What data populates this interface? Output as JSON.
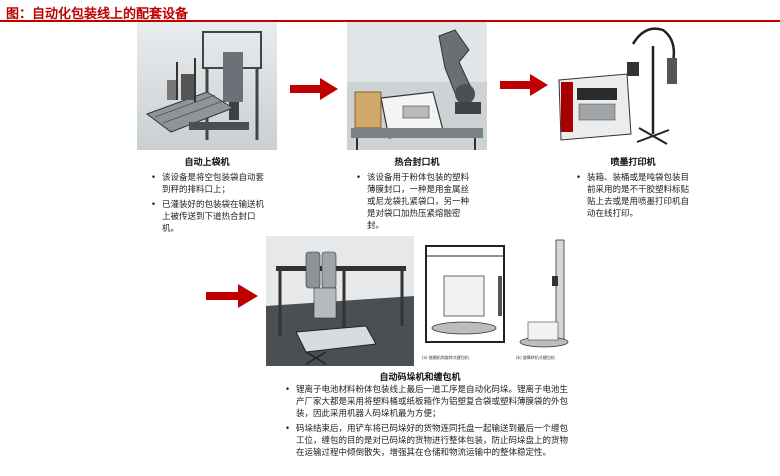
{
  "header": {
    "title": "图：自动化包装线上的配套设备"
  },
  "colors": {
    "accent": "#c00000",
    "arrow": "#c00000"
  },
  "sections": [
    {
      "title": "自动上袋机",
      "bullets": [
        "该设备是将空包装袋自动套到秤的排料口上；",
        "已灌装好的包装袋在输送机上被传送到下道热合封口机。"
      ]
    },
    {
      "title": "热合封口机",
      "bullets": [
        "该设备用于粉体包装的塑料薄膜封口，一种是用金属丝或尼龙袋扎紧袋口，另一种是对袋口加热压紧熔融密封。"
      ]
    },
    {
      "title": "喷墨打印机",
      "bullets": [
        "装箱、装桶或是吨袋包装目前采用的是不干胶塑料标贴贴上去或是用喷墨打印机自动在线打印。"
      ]
    },
    {
      "title": "自动码垛机和缠包机",
      "image_labels": [
        "(a) 能圈机和旋转式缠包机",
        "(b) 旋臂转机式缠包机"
      ],
      "bullets": [
        "锂离子电池材料粉体包装线上最后一道工序是自动化码垛。锂离子电池生产厂家大都是采用将塑料桶或纸板箱作为铝塑复合袋或塑料薄膜袋的外包装，因此采用机器人码垛机最为方便；",
        "码垛结束后，用铲车将已码垛好的货物连同托盘一起输送到最后一个缠包工位，缠包的目的是对已码垛的货物进行整体包装，防止码垛盘上的货物在运输过程中倾倒散失，增强其在仓储和物流运输中的整体稳定性。"
      ]
    }
  ]
}
